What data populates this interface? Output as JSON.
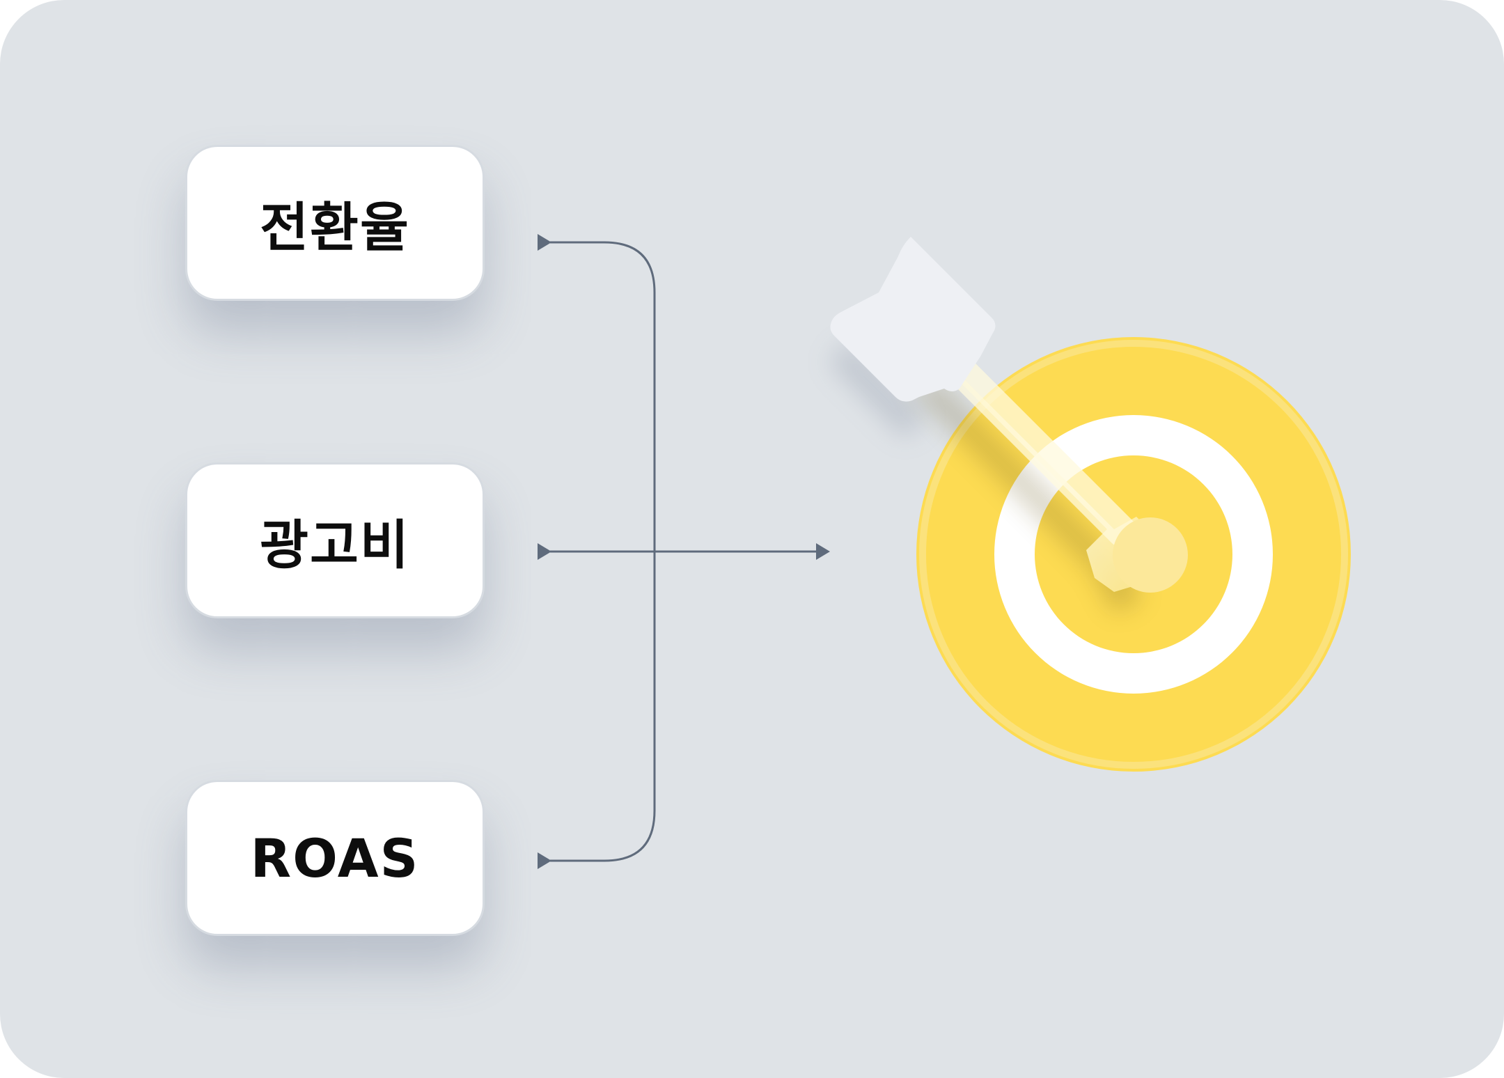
{
  "metrics": [
    {
      "label": "전환율"
    },
    {
      "label": "광고비"
    },
    {
      "label": "ROAS"
    }
  ],
  "colors": {
    "background": "#dfe3e7",
    "card": "#ffffff",
    "connector": "#5f6b7c",
    "target_outer": "#fddb52",
    "target_ring": "#ffffff",
    "dart": "#eef0f4"
  },
  "icons": [
    "target-icon",
    "dart-icon",
    "arrow-right-icon"
  ]
}
